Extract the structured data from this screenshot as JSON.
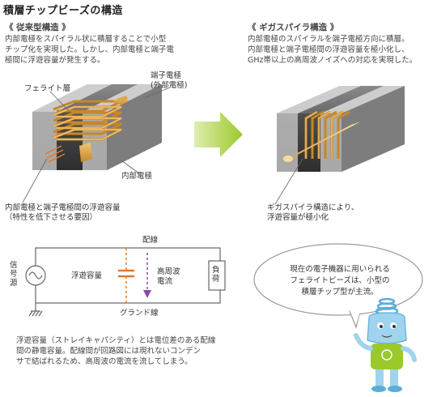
{
  "title": "積層チップビーズの構造",
  "left": {
    "heading": "《 従来型構造 》",
    "description": [
      "内部電極をスパイラル状に積層することで小型",
      "チップ化を実現した。しかし、内部電極と端子電",
      "極間に浮遊容量が発生する。"
    ],
    "label_ferrite": "フェライト層",
    "label_terminal": [
      "端子電極",
      "(外部電極)"
    ],
    "label_internal": "内部電極",
    "label_capacity": [
      "内部電極と端子電極間の浮遊容量",
      "（特性を低下させる要因）"
    ]
  },
  "right": {
    "heading": "《 ギガスパイラ構造 》",
    "description": [
      "内部電極のスパイラルを端子電極方向に積層。",
      "内部電極と端子電極間の浮遊容量を極小化し、",
      "GHz帯以上の高周波ノイズへの対応を実現した。"
    ],
    "label_result": [
      "ギガスパイラ構造により、",
      "浮遊容量が極小化"
    ]
  },
  "circuit": {
    "label_wire": "配線",
    "label_source": "信号源",
    "label_capacity": "浮遊容量",
    "label_hf": [
      "高周波",
      "電流"
    ],
    "label_load": "負荷",
    "label_ground": "グランド線"
  },
  "explanation": [
    "浮遊容量（ストレイキャパシティ）とは電位差のある配線",
    "間の静電容量。配線間が回路図には現れないコンデン",
    "サで結ばれるため、高周波の電流を流してしまう。"
  ],
  "bubble": [
    "現在の電子機器に用いられる",
    "フェライトビーズは、小型の",
    "積層チップ型が主流。"
  ],
  "colors": {
    "ferrite": "#5b5b5b",
    "electrode_gold": "#e0a64a",
    "arrow_green": "#9bc92a",
    "capacitor_orange": "#e07a2a",
    "hf_purple": "#8a4aa0",
    "mascot_blue": "#9fd3ee",
    "mascot_shirt": "#9bc92a"
  }
}
